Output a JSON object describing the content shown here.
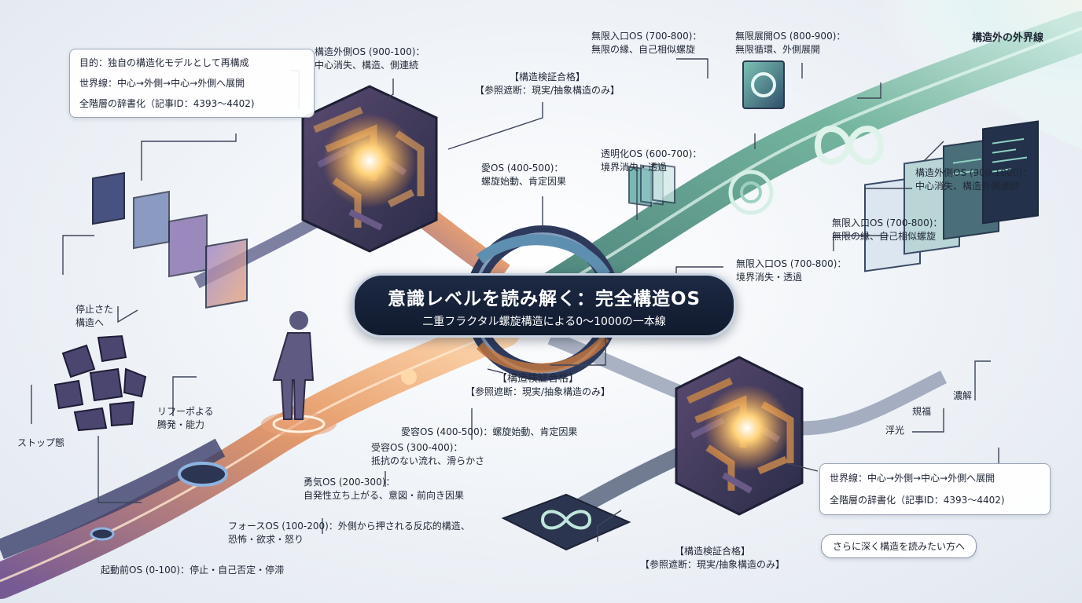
{
  "title": {
    "main": "意識レベルを読み解く：完全構造OS",
    "sub": "二重フラクタル螺旋構造による0〜1000の一本線"
  },
  "top_left_box": [
    "目的：独自の構造化モデルとして再構成",
    "世界線：中心→外側→中心→外側へ展開",
    "全階層の辞書化（記事ID：4393〜4402)"
  ],
  "bottom_right_box": [
    "世界線：中心→外側→中心→外側へ展開",
    "全階層の辞書化（記事ID：4393〜4402)"
  ],
  "cta_button": "さらに深く構造を読みたい方へ",
  "corner_label": "構造外の外界線",
  "labels": {
    "outer_top": [
      "構造外側OS (900-100)：",
      "中心消失、構造、側連続"
    ],
    "verify_top": [
      "【構造検証合格】",
      "【参照遮断：現実/抽象構造のみ】"
    ],
    "infinite_entry_top": [
      "無限入口OS (700-800)：",
      "無限の縁、自己相似螺旋"
    ],
    "infinite_expand": [
      "無限展開OS (800-900)：",
      "無限循環、外側展開"
    ],
    "transparency": [
      "透明化OS (600-700)：",
      "境界消失・透過"
    ],
    "love_top": [
      "愛OS (400-500)：",
      "螺旋始動、肯定因果"
    ],
    "outer_right": [
      "構造外側OS (900-1000)：",
      "中心消失、構造外側連続"
    ],
    "infinite_entry_right": [
      "無限入口OS (700-800)：",
      "無限の縁、自己相似螺旋"
    ],
    "infinite_entry_mid": [
      "無限入口OS (700-800)：",
      "境界消失・透過"
    ],
    "stopped": [
      "停止さた",
      "構造へ"
    ],
    "reframe": [
      "リフーポよる",
      "腾発・能力"
    ],
    "stop_state": [
      "ストップ態"
    ],
    "verify_mid": [
      "【構造検証合格】",
      "【参照遮断：現実/抽象構造のみ】"
    ],
    "love_mid": [
      "愛容OS (400-500)：螺旋始動、肯定因果"
    ],
    "acceptance": [
      "受容OS (300-400)：",
      "抵抗のない流れ、滑らかさ"
    ],
    "courage": [
      "勇気OS (200-300)：",
      "自発性立ち上がる、意図・前向き因果"
    ],
    "force": [
      "フォースOS (100-200)：外側から押される反応的構造、",
      "恐怖・欲求・怒り"
    ],
    "pre_start": [
      "起動前OS (0-100)：停止・自己否定・停滞"
    ],
    "verify_bottom": [
      "【構造検証合格】",
      "【参照遮断：現実/抽象構造のみ】"
    ],
    "dissolve": [
      "濃解"
    ],
    "bliss": [
      "規福"
    ],
    "float_light": [
      "浮光"
    ]
  }
}
